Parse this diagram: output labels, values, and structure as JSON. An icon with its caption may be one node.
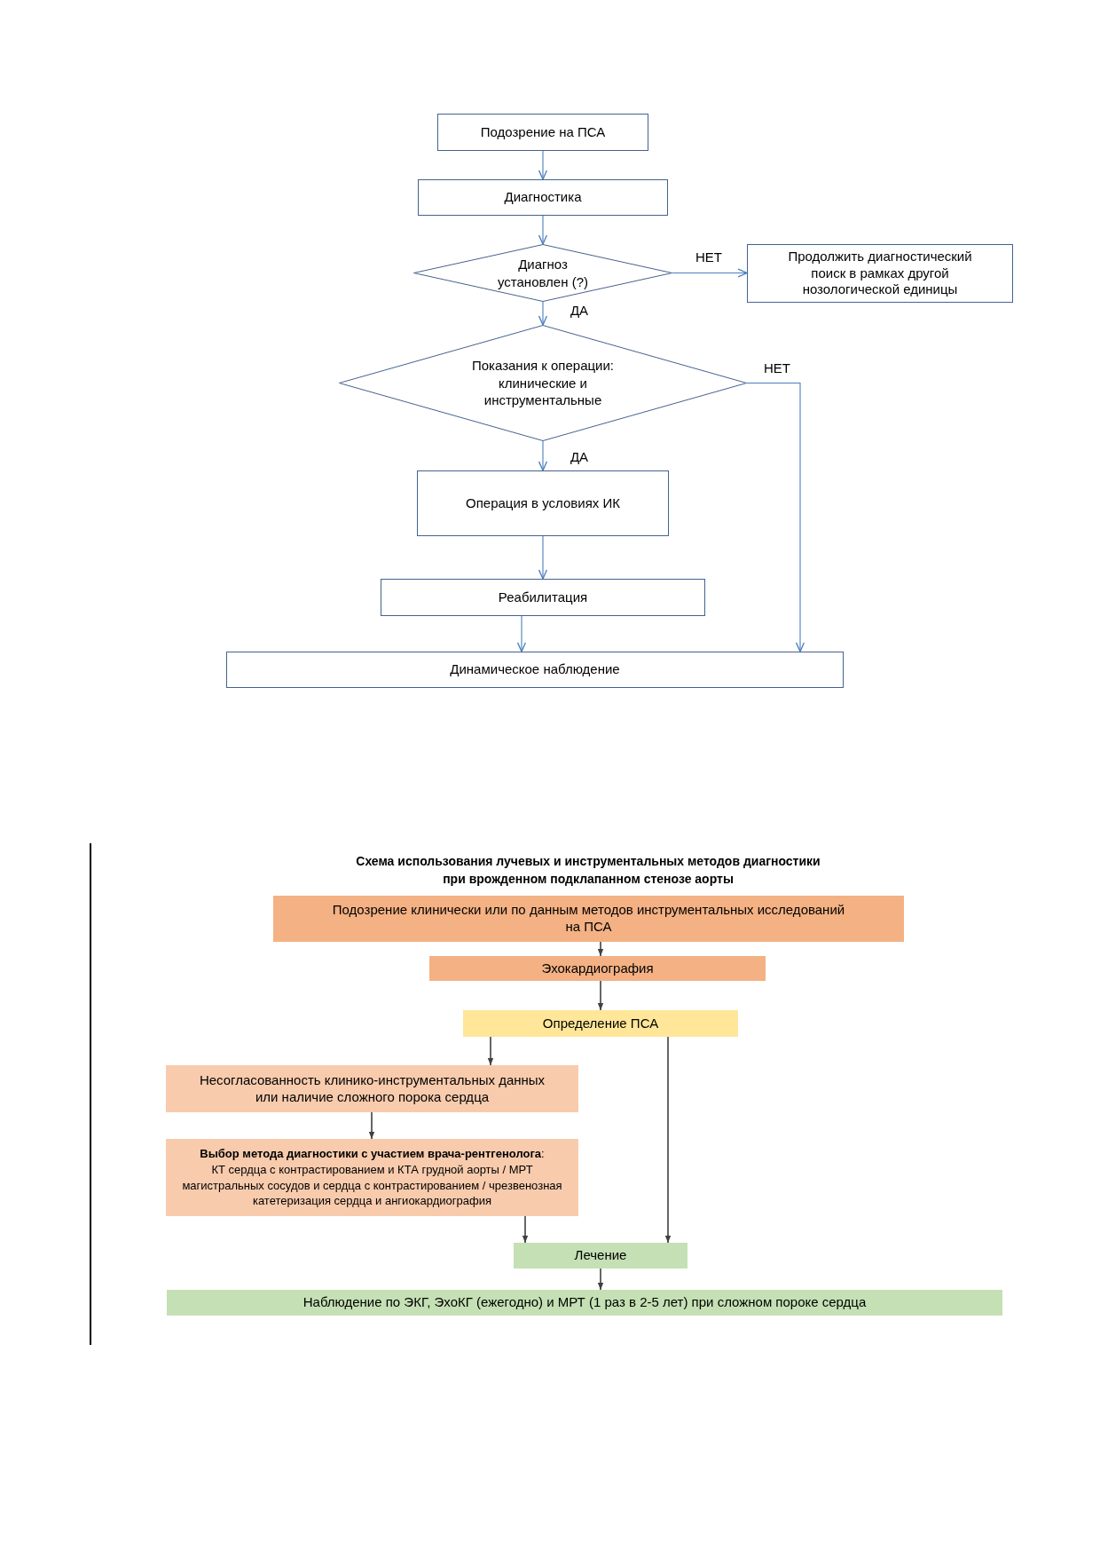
{
  "diagram": {
    "title": "Схема использования лучевых и инструментальных методов диагностики при врожденном подклапанном стенозе аорты",
    "nodes": [
      {
        "text": [
          "Подозрение на ПСА"
        ]
      },
      {
        "text": [
          "Диагностика"
        ]
      },
      {
        "text": [
          "Диагноз установлен (?)"
        ]
      },
      {
        "text": [
          "Продолжить диагностический поиск в рамках другой нозологической единицы"
        ]
      },
      {
        "text": [
          "Показания к операции: клинические и инструментальные"
        ]
      },
      {
        "text": [
          "Операция в условиях ИК"
        ]
      },
      {
        "text": [
          "Реабилитация"
        ]
      },
      {
        "text": [
          "Динамическое наблюдение"
        ]
      },
      {
        "text": [
          "Подозрение клинически или по данным методов инструментальных исследований на ПСА"
        ]
      },
      {
        "text": [
          "Эхокардиография"
        ]
      },
      {
        "text": [
          "Определение ПСА"
        ]
      },
      {
        "text": [
          "Несогласованность клинико-инструментальных данных или наличие сложного порока сердца"
        ]
      },
      {
        "text": [
          "**Выбор метода диагностики с участием врача-рентгенолога**:",
          "КТ сердца с контрастированием и КТА грудной аорты / МРТ магистральных сосудов и сердца с контрастированием / чрезвенозная катетеризация сердца и ангиокардиография"
        ]
      },
      {
        "text": [
          "Лечение"
        ]
      },
      {
        "text": [
          "Наблюдение по ЭКГ, ЭхоКГ (ежегодно) и МРТ (1 раз в 2-5 лет) при сложном пороке сердца"
        ]
      }
    ],
    "edges": [
      {
        "from": 0,
        "to": 1,
        "arrow": "to"
      },
      {
        "from": 1,
        "to": 2,
        "arrow": "to"
      },
      {
        "from": 2,
        "to": 3,
        "arrow": "to",
        "label": "НЕТ"
      },
      {
        "from": 2,
        "to": 4,
        "arrow": "to",
        "label": "ДА"
      },
      {
        "from": 4,
        "to": 5,
        "arrow": "to",
        "label": "ДА"
      },
      {
        "from": 4,
        "to": 7,
        "arrow": "to",
        "label": "НЕТ"
      },
      {
        "from": 5,
        "to": 6,
        "arrow": "to"
      },
      {
        "from": 6,
        "to": 7,
        "arrow": "to"
      },
      {
        "from": 8,
        "to": 9,
        "arrow": "to",
        "color": "#404040"
      },
      {
        "from": 9,
        "to": 10,
        "arrow": "to",
        "color": "#404040"
      },
      {
        "from": 10,
        "to": 11,
        "arrow": "to",
        "color": "#404040"
      },
      {
        "from": 10,
        "to": 13,
        "arrow": "to",
        "color": "#404040"
      },
      {
        "from": 11,
        "to": 12,
        "arrow": "to",
        "color": "#404040"
      },
      {
        "from": 12,
        "to": 13,
        "arrow": "to",
        "color": "#404040"
      },
      {
        "from": 13,
        "to": 14,
        "arrow": "to",
        "color": "#404040"
      }
    ]
  }
}
